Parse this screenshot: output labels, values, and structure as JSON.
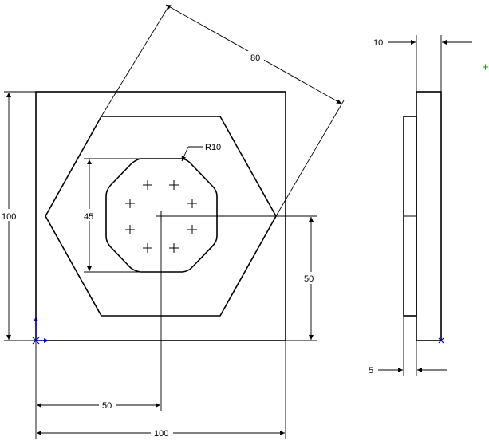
{
  "dimensions": {
    "dim_80": "80",
    "dim_10_top": "10",
    "dim_r10": "R10",
    "dim_100_left": "100",
    "dim_45": "45",
    "dim_50_right": "50",
    "dim_5": "5",
    "dim_50_bottom": "50",
    "dim_100_bottom": "100"
  }
}
